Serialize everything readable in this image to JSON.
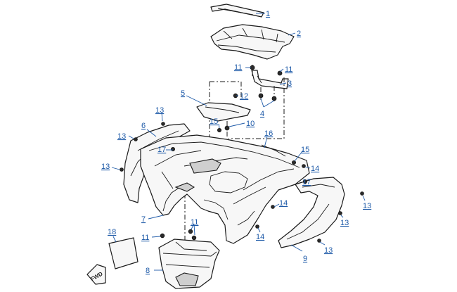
{
  "diagram": {
    "callouts": {
      "c1": "1",
      "c2": "2",
      "c3": "3",
      "c4": "4",
      "c5": "5",
      "c6": "6",
      "c7": "7",
      "c8": "8",
      "c9": "9",
      "c10": "10",
      "c11a": "11",
      "c11b": "11",
      "c11c": "11",
      "c11d": "11",
      "c12": "12",
      "c13a": "13",
      "c13b": "13",
      "c13c": "13",
      "c13d": "13",
      "c13e": "13",
      "c13f": "13",
      "c14a": "14",
      "c14b": "14",
      "c14c": "14",
      "c15a": "15",
      "c15b": "15",
      "c16": "16",
      "c17a": "17",
      "c17b": "17",
      "c18": "18"
    },
    "direction_marker": "FWD"
  }
}
